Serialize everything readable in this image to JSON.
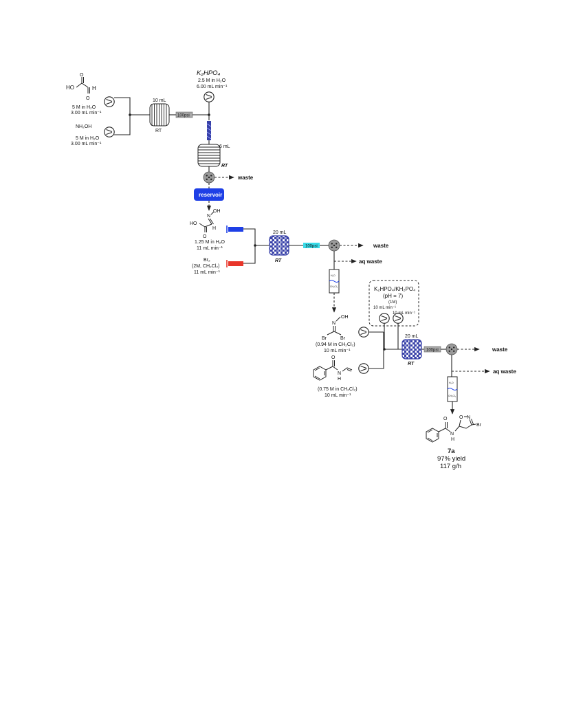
{
  "stage1": {
    "reagent_a": {
      "formula": "HO",
      "formula_right": "H",
      "conc": "5 M in H₂O",
      "flow": "3.00 mL min⁻¹"
    },
    "reagent_b": {
      "formula": "NH₂OH",
      "conc": "5 M in H₂O",
      "flow": "3.00 mL min⁻¹"
    },
    "coil_volume": "10 mL",
    "coil_temp": "RT",
    "bpr": "100psi",
    "base": {
      "name": "K₂HPO₄",
      "conc": "2.5 M in H₂O",
      "flow": "6.00 mL min⁻¹"
    },
    "coil2_volume": "6 mL",
    "coil2_temp": "RT",
    "waste": "waste",
    "reservoir": "reservoir"
  },
  "stage2": {
    "oxime_labels": {
      "n": "N",
      "oh": "OH",
      "ho": "HO",
      "h": "H",
      "o": "O"
    },
    "oxime_conc": "1.25 M in H₂O",
    "oxime_flow": "11 mL min⁻¹",
    "bromine": {
      "formula": "Br₂",
      "conc": "(2M, CH₂Cl₂)",
      "flow": "11 mL min⁻¹"
    },
    "reactor_volume": "20 mL",
    "reactor_temp": "RT",
    "bpr": "100psi",
    "waste": "waste",
    "aq_waste": "aq waste",
    "separator_top": "H₂O",
    "separator_bottom": "CH₂Cl₂"
  },
  "stage3": {
    "dibromo_labels": {
      "oh": "OH",
      "n": "N",
      "br1": "Br",
      "br2": "Br"
    },
    "dibromo_conc": "(0.94 M in CH₂Cl₂)",
    "dibromo_flow": "10 mL min⁻¹",
    "buffer": {
      "name": "K₂HPO₄/KH₂PO₄",
      "ph": "(pH = 7)",
      "conc": "(1M)",
      "flow1": "10 mL min⁻¹",
      "flow2": "10 mL min⁻¹"
    },
    "enamide_labels": {
      "o": "O",
      "n": "N",
      "h": "H"
    },
    "enamide_conc": "(0.75 M in CH₂Cl₂)",
    "enamide_flow": "10 mL min⁻¹",
    "reactor_volume": "20 mL",
    "reactor_temp": "RT",
    "bpr": "100psi",
    "waste": "waste",
    "aq_waste": "aq waste",
    "separator_top": "H₂O",
    "separator_bottom": "CH₂Cl₂"
  },
  "product": {
    "labels": {
      "o": "O",
      "n": "N",
      "h": "H",
      "ring_o": "O",
      "ring_n": "N",
      "br": "Br"
    },
    "id": "7a",
    "yield": "97% yield",
    "rate": "117 g/h"
  },
  "colors": {
    "blue": "#1e3fe6",
    "red": "#e8352a",
    "cyan": "#39dbe8",
    "grey": "#a8a8a8",
    "coil_blue": "#3740a8"
  }
}
